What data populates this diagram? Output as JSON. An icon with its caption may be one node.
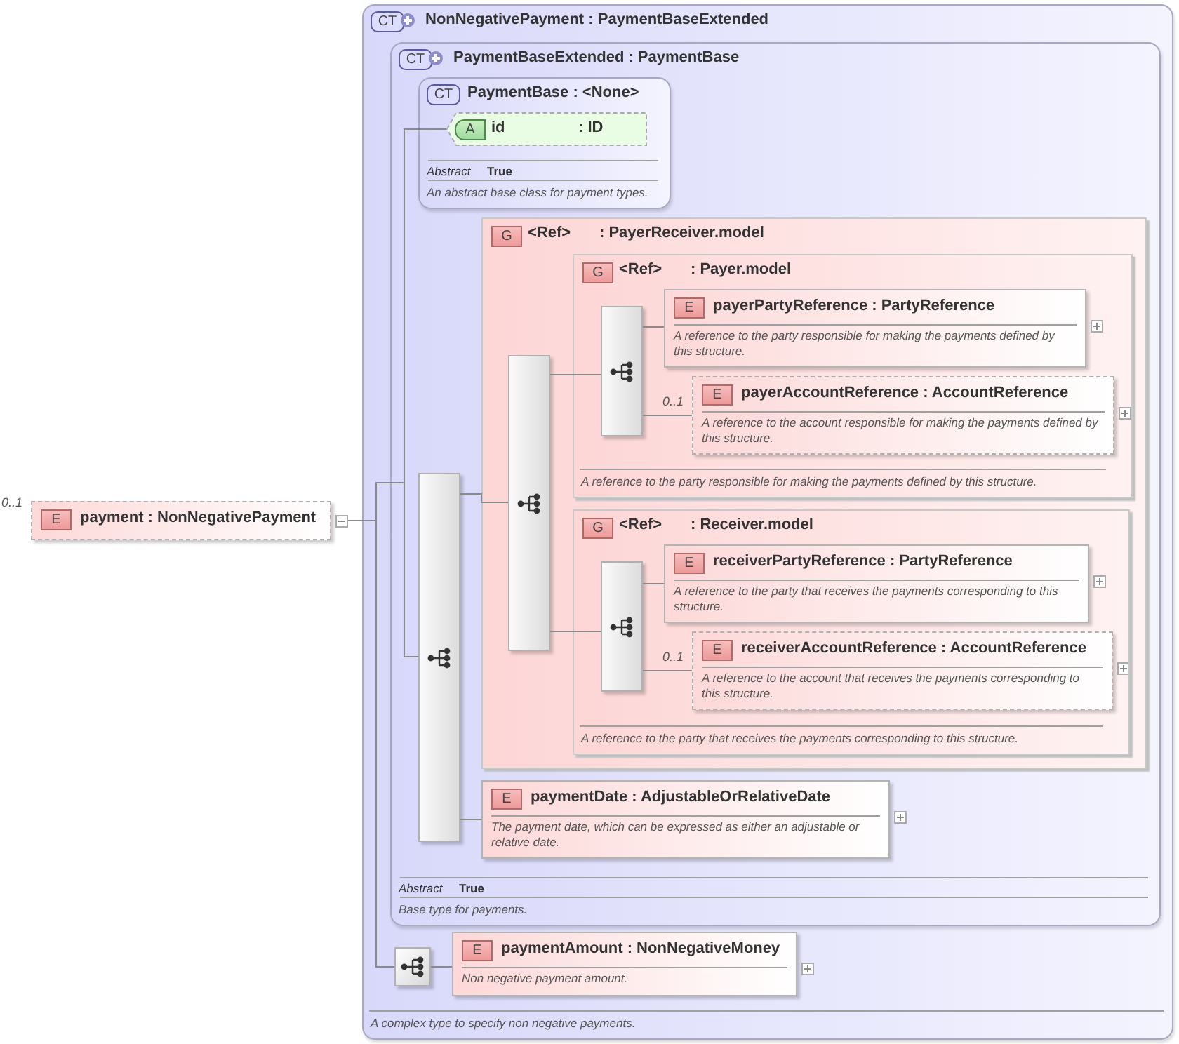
{
  "diagram": {
    "nodes": [
      {
        "text": [
          "E",
          "payment : NonNegativePayment"
        ],
        "beside": [
          "0..1"
        ]
      },
      {
        "text": [
          "CT",
          "NonNegativePayment : PaymentBaseExtended",
          "A complex type to specify non negative payments."
        ]
      },
      {
        "text": [
          "CT",
          "PaymentBaseExtended : PaymentBase",
          "Abstract",
          "True",
          "Base type for payments."
        ],
        "in": 1
      },
      {
        "text": [
          "CT",
          "PaymentBase : <None>",
          "Abstract",
          "True",
          "An abstract base class for payment types."
        ],
        "in": 2
      },
      {
        "text": [
          "A",
          "id",
          ": ID"
        ],
        "in": 3
      },
      {
        "text": [],
        "shape": "bar",
        "in": 2
      },
      {
        "text": [
          "G",
          "<Ref>",
          ": PayerReceiver.model"
        ],
        "in": 2
      },
      {
        "text": [],
        "shape": "bar",
        "in": 6
      },
      {
        "text": [
          "G",
          "<Ref>",
          ": Payer.model",
          "A reference to the party responsible for making the payments defined by this structure."
        ],
        "in": 6
      },
      {
        "text": [],
        "shape": "bar",
        "in": 8
      },
      {
        "text": [
          "E",
          "payerPartyReference : PartyReference",
          "A reference to the party responsible for making the payments defined by this structure."
        ],
        "in": 8
      },
      {
        "text": [
          "E",
          "payerAccountReference : AccountReference",
          "A reference to the account responsible for making the payments defined by this structure."
        ],
        "in": 8,
        "beside": [
          "0..1"
        ]
      },
      {
        "text": [
          "G",
          "<Ref>",
          ": Receiver.model",
          "A reference to the party that receives the payments corresponding to this structure."
        ],
        "in": 6
      },
      {
        "text": [],
        "shape": "bar",
        "in": 12
      },
      {
        "text": [
          "E",
          "receiverPartyReference : PartyReference",
          "A reference to the party that receives the payments corresponding to this structure."
        ],
        "in": 12
      },
      {
        "text": [
          "E",
          "receiverAccountReference : AccountReference",
          "A reference to the account that receives the payments corresponding to this structure."
        ],
        "in": 12,
        "beside": [
          "0..1"
        ]
      },
      {
        "text": [
          "E",
          "paymentDate : AdjustableOrRelativeDate",
          "The payment date, which can be expressed as either an adjustable or relative date."
        ],
        "in": 2
      },
      {
        "text": [],
        "shape": "box",
        "in": 1
      },
      {
        "text": [
          "E",
          "paymentAmount : NonNegativeMoney",
          "Non negative payment amount."
        ],
        "in": 1
      }
    ],
    "edges": [
      {
        "from": 0,
        "to": 4,
        "arrow": "none"
      },
      {
        "from": 0,
        "to": 5,
        "arrow": "none"
      },
      {
        "from": 0,
        "to": 17,
        "arrow": "none"
      },
      {
        "from": 5,
        "to": 7,
        "arrow": "none"
      },
      {
        "from": 5,
        "to": 16,
        "arrow": "none"
      },
      {
        "from": 7,
        "to": 9,
        "arrow": "none"
      },
      {
        "from": 7,
        "to": 13,
        "arrow": "none"
      },
      {
        "from": 9,
        "to": 10,
        "arrow": "none"
      },
      {
        "from": 9,
        "to": 11,
        "arrow": "none"
      },
      {
        "from": 13,
        "to": 14,
        "arrow": "none"
      },
      {
        "from": 13,
        "to": 15,
        "arrow": "none"
      },
      {
        "from": 17,
        "to": 18,
        "arrow": "none"
      }
    ]
  }
}
